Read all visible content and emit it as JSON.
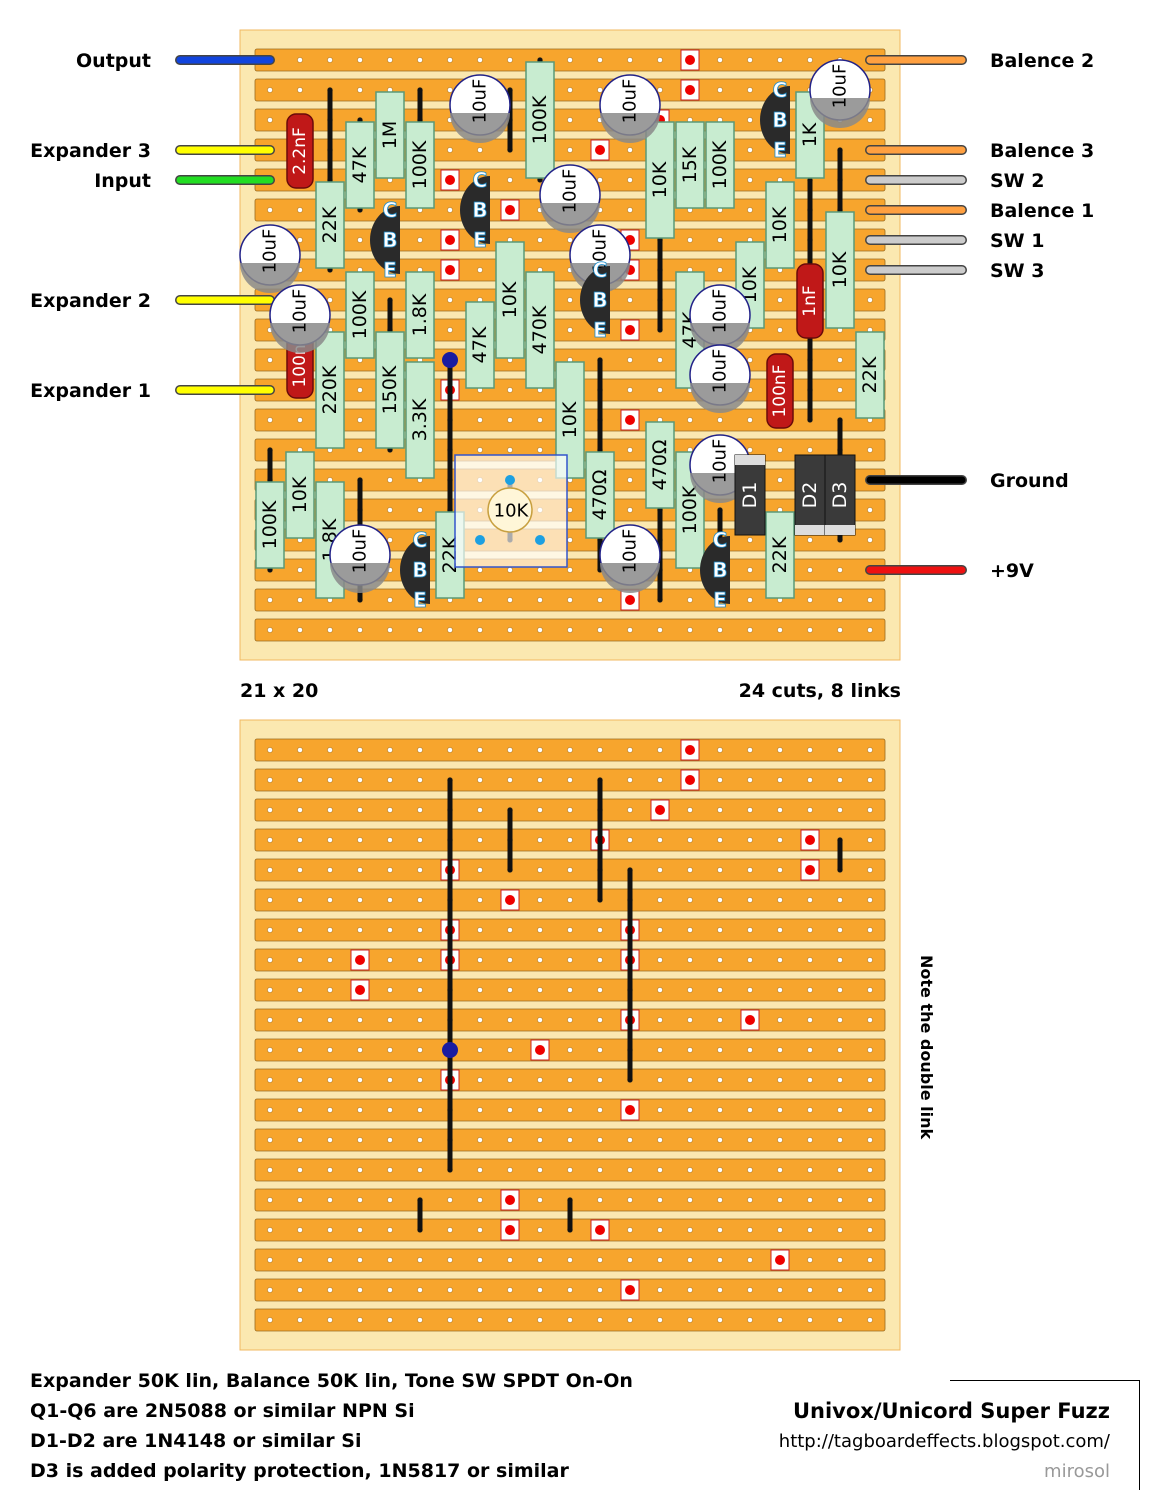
{
  "board": {
    "size_label": "21 x 20",
    "cuts_links": "24 cuts, 8 links",
    "strip_color": "#f7a52d",
    "board_color": "#fbe8b0"
  },
  "wires_left": [
    {
      "label": "Output",
      "color": "#1144dd"
    },
    {
      "label": "Expander 3",
      "color": "#ffff00"
    },
    {
      "label": "Input",
      "color": "#22dd22"
    },
    {
      "label": "Expander 2",
      "color": "#ffff00"
    },
    {
      "label": "Expander 1",
      "color": "#ffff00"
    }
  ],
  "wires_right": [
    {
      "label": "Balence 2",
      "color": "#ffa040"
    },
    {
      "label": "Balence 3",
      "color": "#ffa040"
    },
    {
      "label": "SW 2",
      "color": "#cccccc"
    },
    {
      "label": "Balence 1",
      "color": "#ffa040"
    },
    {
      "label": "SW 1",
      "color": "#cccccc"
    },
    {
      "label": "SW 3",
      "color": "#cccccc"
    },
    {
      "label": "Ground",
      "color": "#000000"
    },
    {
      "label": "+9V",
      "color": "#ee1111"
    }
  ],
  "resistors": [
    "1M",
    "47K",
    "100K",
    "22K",
    "100K",
    "1.8K",
    "47K",
    "10K",
    "470K",
    "100K",
    "10K",
    "15K",
    "100K",
    "1K",
    "10K",
    "10K",
    "10K",
    "47K",
    "22K",
    "220K",
    "150K",
    "3.3K",
    "10K",
    "470Ω",
    "470Ω",
    "100K",
    "10K",
    "1.8K",
    "22K",
    "100K",
    "22K"
  ],
  "film_caps": [
    "2.2nF",
    "100nF",
    "1nF",
    "100nF"
  ],
  "electrolytics": [
    "10uF",
    "10uF",
    "10uF",
    "10uF",
    "10uF",
    "10uF",
    "10uF",
    "10uF",
    "10uF",
    "10uF",
    "10uF",
    "10uF",
    "10uF"
  ],
  "transistor_pins": [
    "E",
    "B",
    "C"
  ],
  "diodes": [
    "D1",
    "D2",
    "D3"
  ],
  "pot": "10K",
  "side_note": "Note the double link",
  "notes": [
    "Expander 50K lin, Balance 50K lin, Tone SW SPDT On-On",
    "Q1-Q6 are 2N5088 or similar NPN Si",
    "D1-D2 are 1N4148 or similar Si",
    "D3 is added polarity protection, 1N5817 or similar"
  ],
  "title": "Univox/Unicord Super Fuzz",
  "url": "http://tagboardeffects.blogspot.com/",
  "author": "mirosol"
}
